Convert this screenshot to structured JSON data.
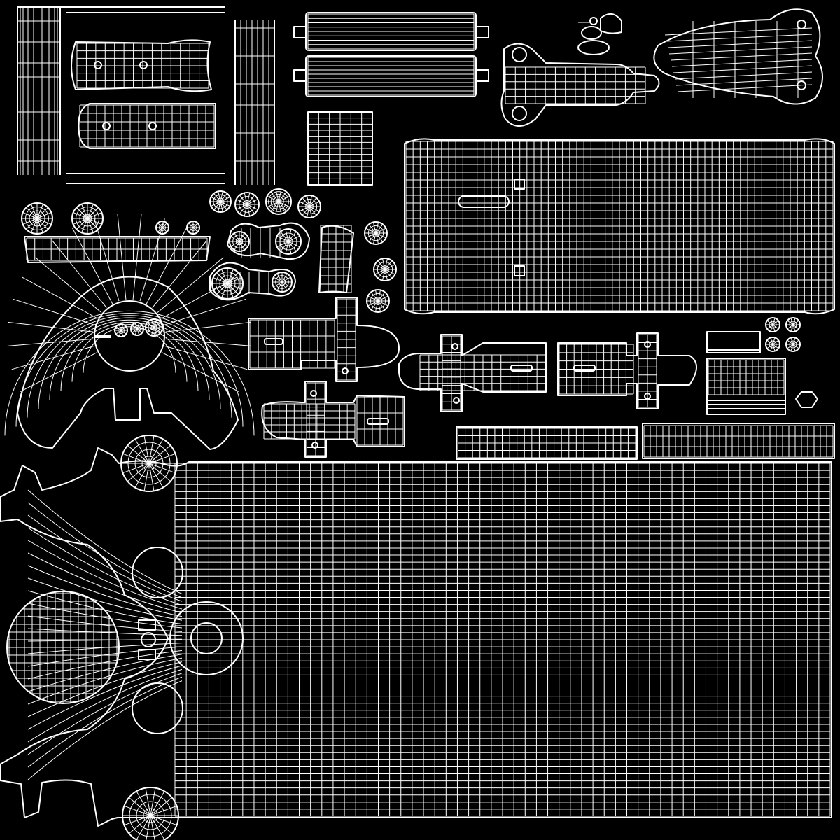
{
  "canvas": {
    "background": "#000000",
    "wire_color": "#ffffff"
  },
  "uv_islands": [
    {
      "name": "body-panel-large",
      "kind": "grid",
      "cols": 58,
      "rows": 24
    },
    {
      "name": "top-frame",
      "kind": "frame"
    },
    {
      "name": "grip-panel-upper",
      "kind": "grip"
    },
    {
      "name": "grip-panel-lower",
      "kind": "grip"
    },
    {
      "name": "cylinder-strip-1",
      "kind": "cylinder"
    },
    {
      "name": "cylinder-strip-2",
      "kind": "cylinder"
    },
    {
      "name": "small-grid-square",
      "kind": "grid",
      "cols": 6,
      "rows": 12
    },
    {
      "name": "hammer-lever",
      "kind": "lever"
    },
    {
      "name": "bottle-shape",
      "kind": "bottle"
    },
    {
      "name": "slide-panel",
      "kind": "grid",
      "cols": 60,
      "rows": 20
    },
    {
      "name": "disc-group",
      "kind": "circles"
    },
    {
      "name": "trigger-guard",
      "kind": "guard"
    },
    {
      "name": "link-pieces",
      "kind": "links"
    },
    {
      "name": "curved-strip",
      "kind": "strip"
    },
    {
      "name": "plug-parts",
      "kind": "plugs"
    },
    {
      "name": "rail-strips",
      "kind": "grid"
    },
    {
      "name": "barrel-frame",
      "kind": "frame-large"
    }
  ]
}
